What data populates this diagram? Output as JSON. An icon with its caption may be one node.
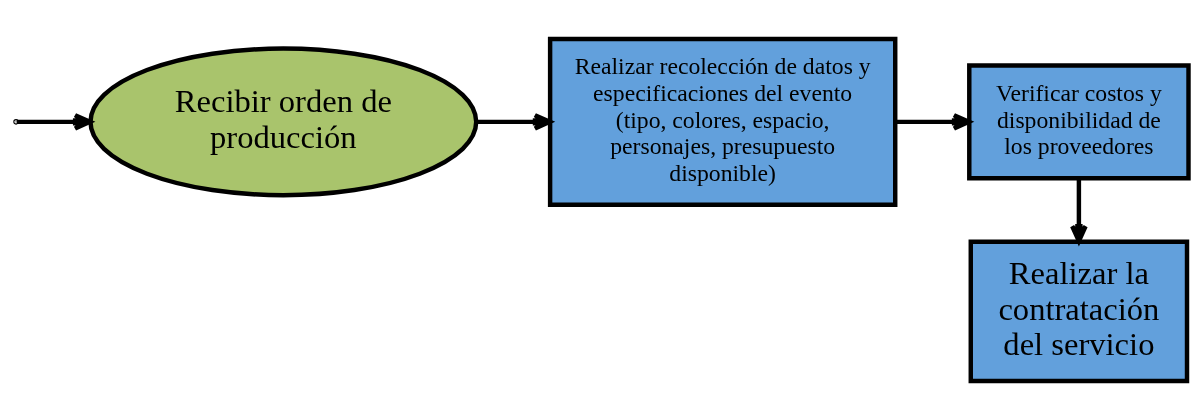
{
  "diagram": {
    "nodes": [
      {
        "text": [
          "Recibir orden de producción"
        ]
      },
      {
        "text": [
          "Realizar recolección de datos y especificaciones del evento (tipo, colores, espacio, personajes, presupuesto disponible)"
        ]
      },
      {
        "text": [
          "Verificar costos y disponibilidad de los proveedores"
        ]
      },
      {
        "text": [
          "Realizar la contratación del servicio"
        ]
      }
    ],
    "edges": [
      {
        "from": null,
        "to": 0,
        "arrow": "to"
      },
      {
        "from": 0,
        "to": 1,
        "arrow": "to"
      },
      {
        "from": 1,
        "to": 2,
        "arrow": "to"
      },
      {
        "from": 2,
        "to": 3,
        "arrow": "to"
      }
    ]
  }
}
